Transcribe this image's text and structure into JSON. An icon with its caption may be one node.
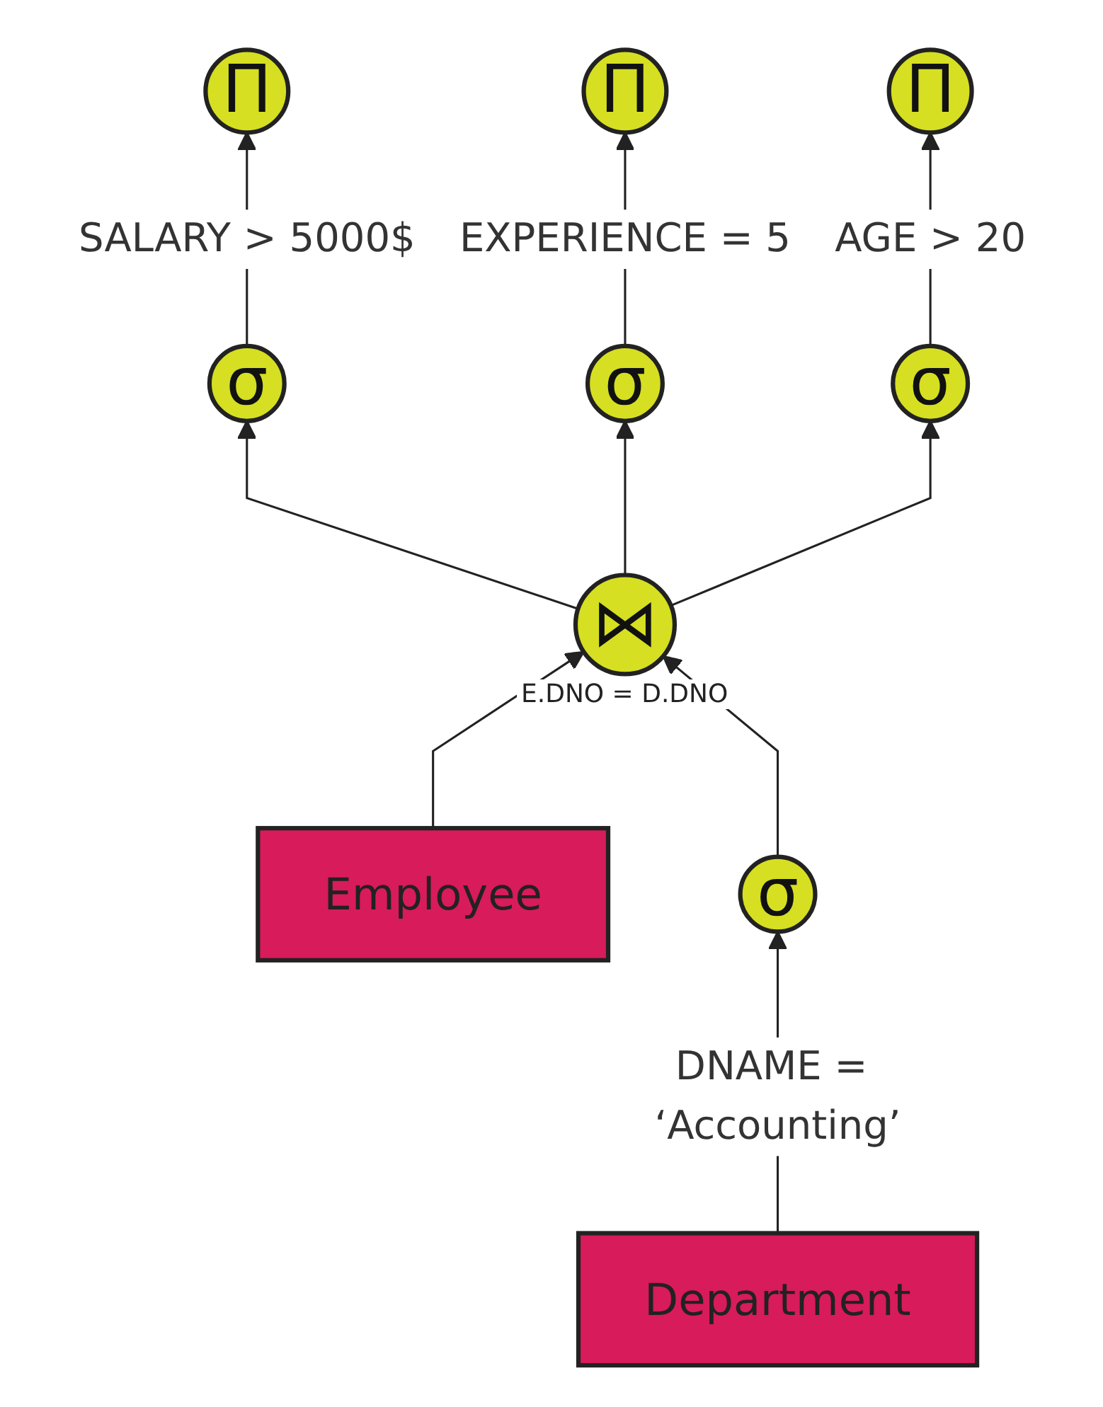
{
  "diagram": {
    "nodes": [
      {
        "text": [
          "Π"
        ]
      },
      {
        "text": [
          "Π"
        ]
      },
      {
        "text": [
          "Π"
        ]
      },
      {
        "text": [
          "σ"
        ]
      },
      {
        "text": [
          "σ"
        ]
      },
      {
        "text": [
          "σ"
        ]
      },
      {
        "text": [
          "⋈"
        ],
        "beside": [
          "E.DNO = D.DNO"
        ]
      },
      {
        "text": [
          "Employee"
        ]
      },
      {
        "text": [
          "σ"
        ]
      },
      {
        "text": [
          "Department"
        ]
      }
    ],
    "edges": [
      {
        "from": 3,
        "to": 0,
        "arrow": "to",
        "label": "SALARY > 5000$"
      },
      {
        "from": 4,
        "to": 1,
        "arrow": "to",
        "label": "EXPERIENCE = 5"
      },
      {
        "from": 5,
        "to": 2,
        "arrow": "to",
        "label": "AGE > 20"
      },
      {
        "from": 6,
        "to": 3,
        "arrow": "to"
      },
      {
        "from": 6,
        "to": 4,
        "arrow": "to"
      },
      {
        "from": 6,
        "to": 5,
        "arrow": "to"
      },
      {
        "from": 7,
        "to": 6,
        "arrow": "to"
      },
      {
        "from": 8,
        "to": 6,
        "arrow": "to"
      },
      {
        "from": 9,
        "to": 8,
        "arrow": "to",
        "label": "DNAME = ‘Accounting’"
      }
    ]
  }
}
